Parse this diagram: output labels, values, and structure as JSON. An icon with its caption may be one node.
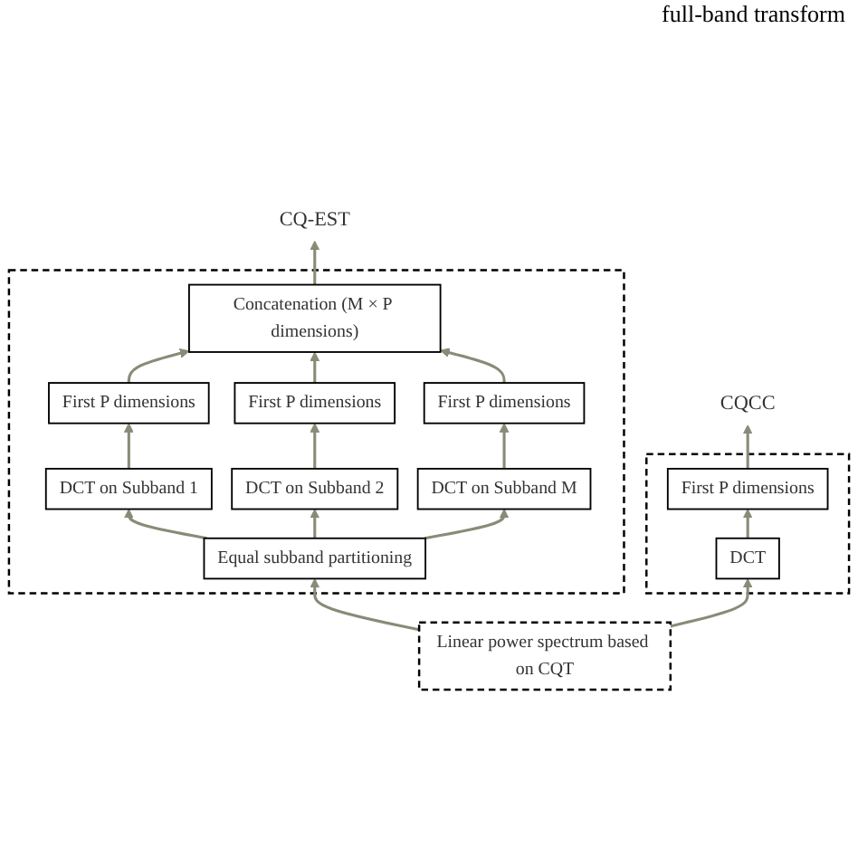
{
  "diagram": {
    "nodes": [
      {
        "text": [
          "CQ-EST"
        ]
      },
      {
        "text": [],
        "shape": "box"
      },
      {
        "text": [
          "Concatenation (M × P dimensions)"
        ],
        "in": 1
      },
      {
        "text": [
          "First P dimensions"
        ],
        "in": 1
      },
      {
        "text": [
          "First P dimensions"
        ],
        "in": 1
      },
      {
        "text": [
          "First P dimensions"
        ],
        "in": 1
      },
      {
        "text": [
          "DCT on Subband 1"
        ],
        "in": 1
      },
      {
        "text": [
          "DCT on Subband 2"
        ],
        "in": 1
      },
      {
        "text": [
          "DCT on Subband M"
        ],
        "in": 1
      },
      {
        "text": [
          "Equal subband partitioning"
        ],
        "in": 1
      },
      {
        "text": [
          "CQCC"
        ]
      },
      {
        "text": [],
        "shape": "box"
      },
      {
        "text": [
          "First P dimensions"
        ],
        "in": 11
      },
      {
        "text": [
          "DCT"
        ],
        "in": 11
      },
      {
        "text": [
          "Linear power spectrum based on CQT"
        ]
      }
    ],
    "edges": [
      {
        "from": 14,
        "to": 9,
        "arrow": "to"
      },
      {
        "from": 9,
        "to": 6,
        "arrow": "to"
      },
      {
        "from": 9,
        "to": 7,
        "arrow": "to"
      },
      {
        "from": 9,
        "to": 8,
        "arrow": "to"
      },
      {
        "from": 6,
        "to": 3,
        "arrow": "to"
      },
      {
        "from": 7,
        "to": 4,
        "arrow": "to"
      },
      {
        "from": 8,
        "to": 5,
        "arrow": "to"
      },
      {
        "from": 3,
        "to": 2,
        "arrow": "to"
      },
      {
        "from": 4,
        "to": 2,
        "arrow": "to"
      },
      {
        "from": 5,
        "to": 2,
        "arrow": "to"
      },
      {
        "from": 2,
        "to": 0,
        "arrow": "to"
      },
      {
        "from": 14,
        "to": 13,
        "arrow": "to"
      },
      {
        "from": 13,
        "to": 12,
        "arrow": "to"
      },
      {
        "from": 12,
        "to": 10,
        "arrow": "to"
      }
    ],
    "labels": [
      "full-band transform"
    ]
  }
}
